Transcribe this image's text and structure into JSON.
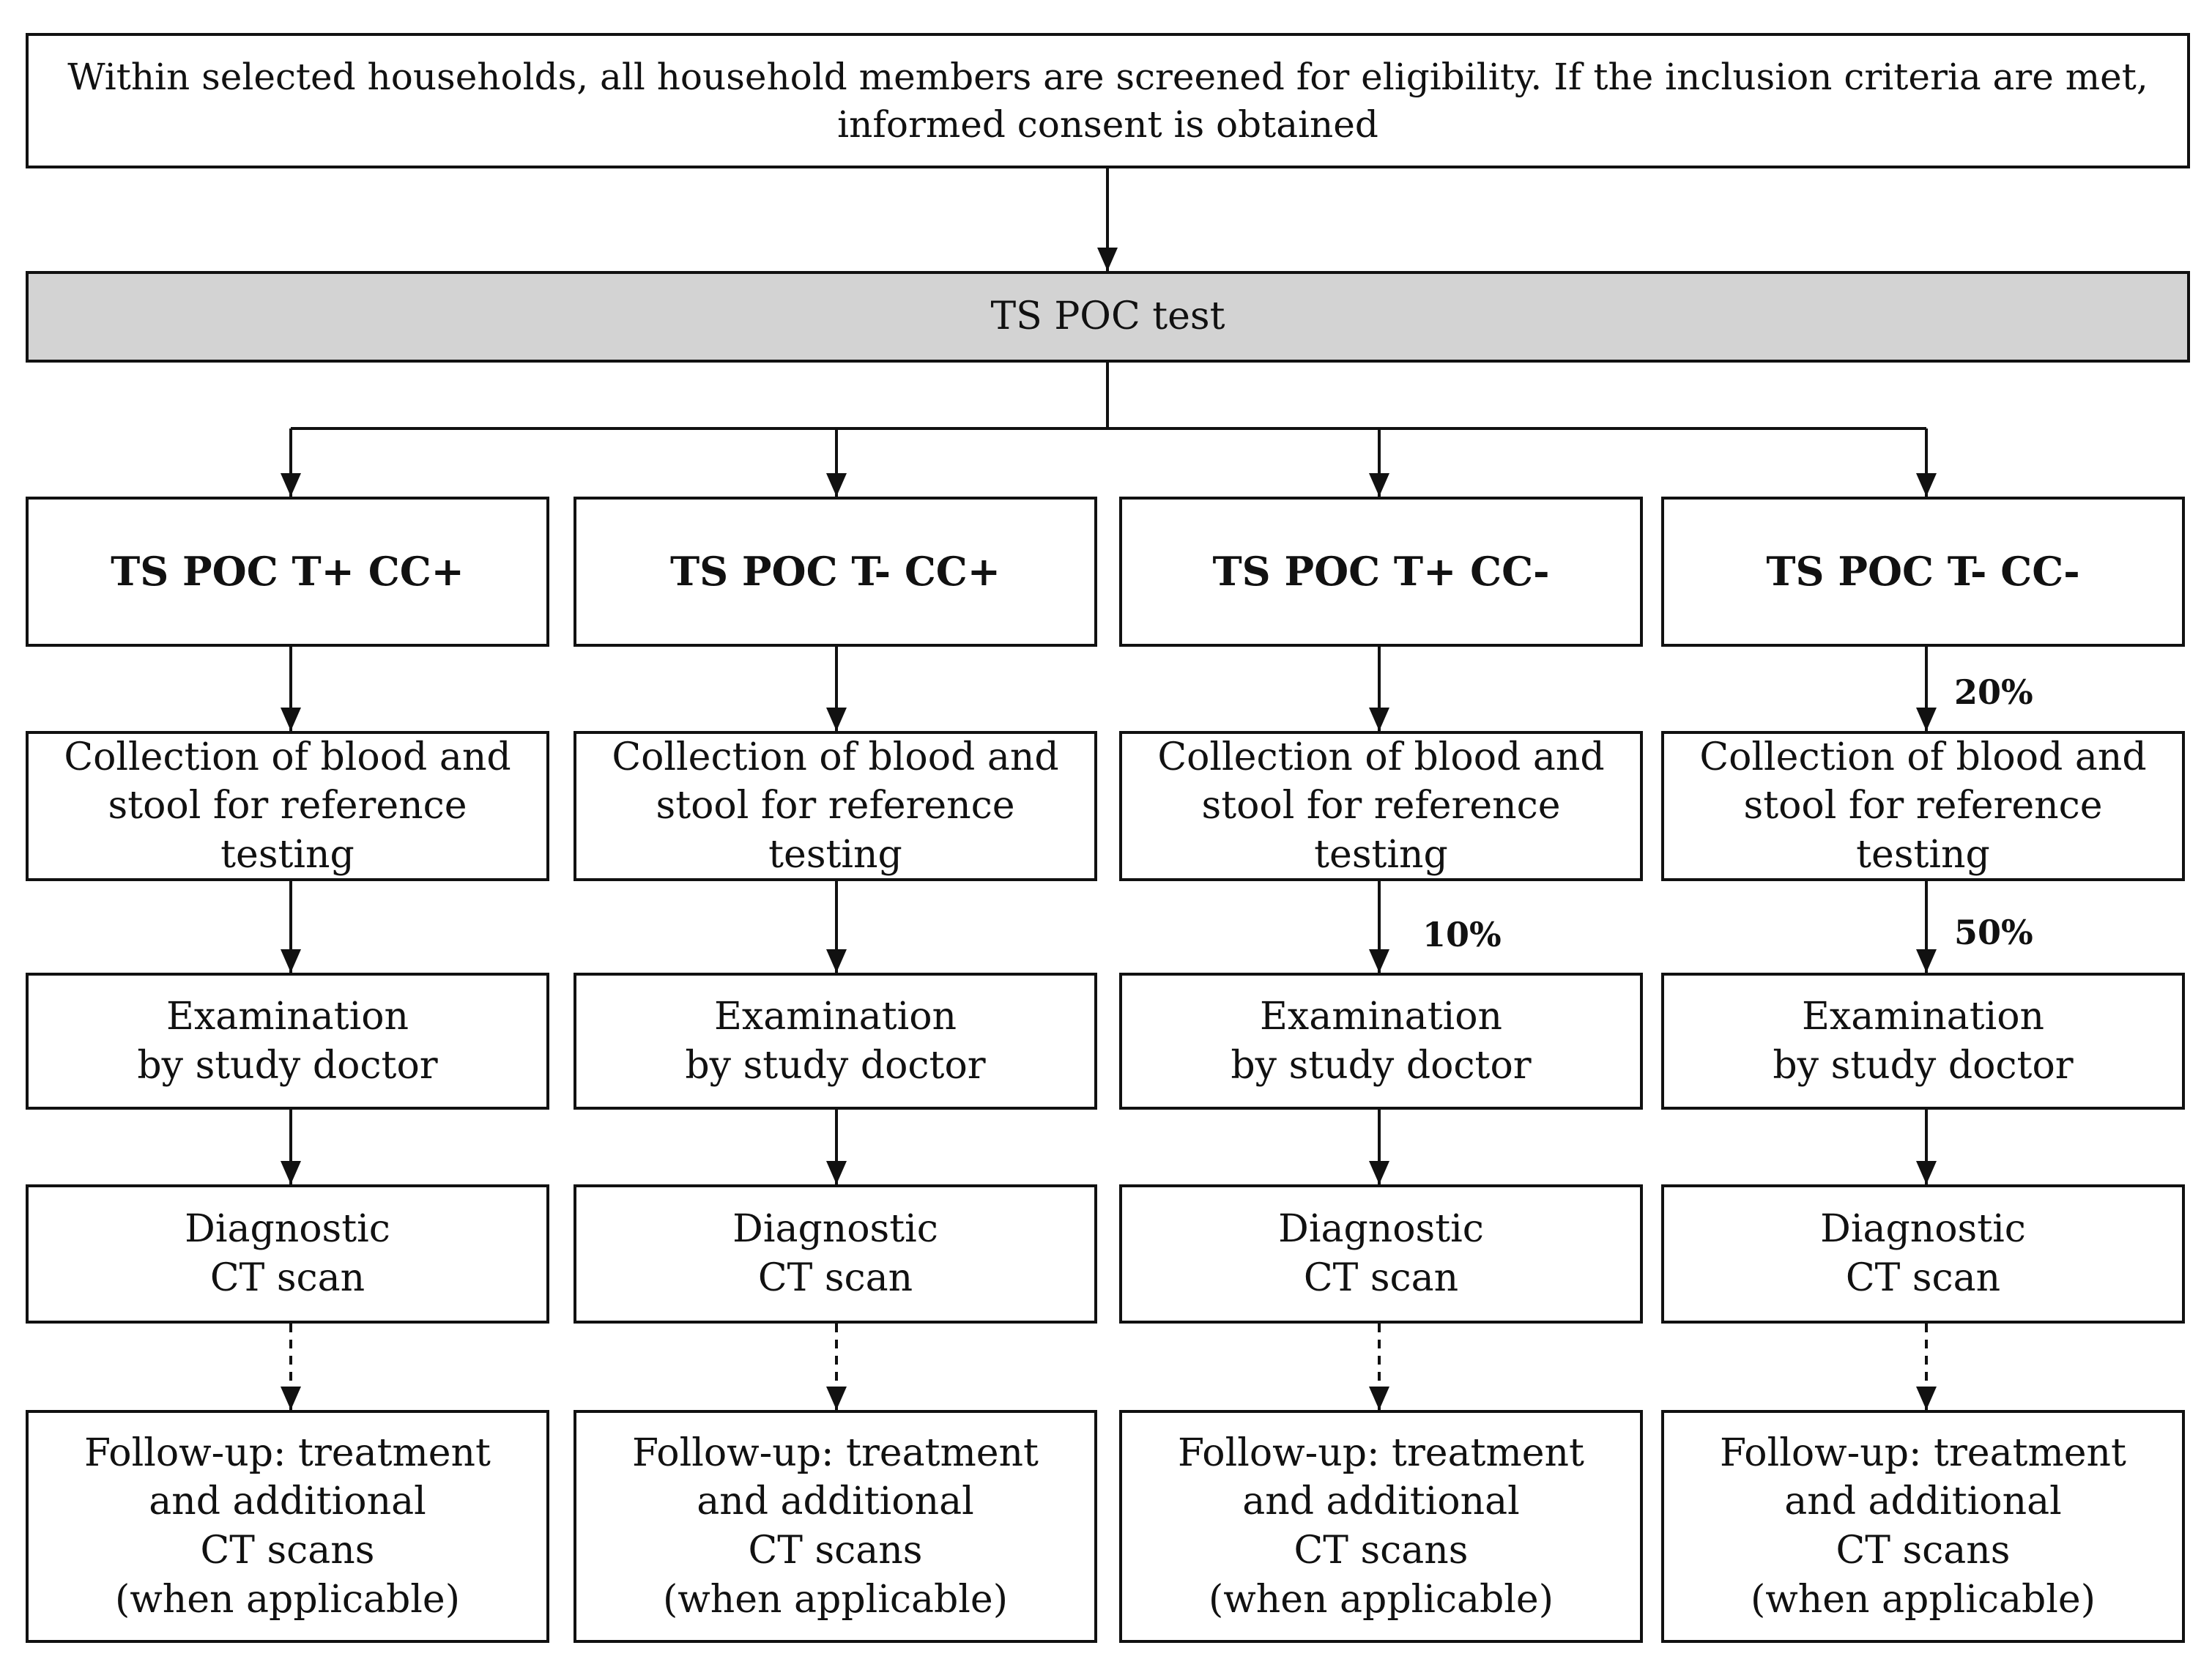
{
  "screening": {
    "line1": "Within selected households, all household members are screened for eligibility. If the inclusion criteria are met,",
    "line2": "informed consent is obtained"
  },
  "poc_test": {
    "label": "TS POC test",
    "fill_color": "#d3d3d3"
  },
  "groups": [
    {
      "name": "TS POC T+ CC+",
      "collection": [
        "Collection of  blood and",
        "stool  for reference testing"
      ],
      "examination": [
        "Examination",
        "by study doctor"
      ],
      "ct_scan": [
        "Diagnostic",
        "CT scan"
      ],
      "follow_up": [
        "Follow-up: treatment",
        "and additional",
        "CT scans",
        "(when applicable)"
      ],
      "pct_to_collection": "",
      "pct_to_examination": ""
    },
    {
      "name": "TS POC T- CC+",
      "collection": [
        "Collection of  blood and",
        "stool  for reference testing"
      ],
      "examination": [
        "Examination",
        "by study doctor"
      ],
      "ct_scan": [
        "Diagnostic",
        "CT scan"
      ],
      "follow_up": [
        "Follow-up: treatment",
        "and additional",
        "CT scans",
        "(when applicable)"
      ],
      "pct_to_collection": "",
      "pct_to_examination": ""
    },
    {
      "name": "TS POC T+ CC-",
      "collection": [
        "Collection of blood and",
        "stool  for reference testing"
      ],
      "examination": [
        "Examination",
        "by study doctor"
      ],
      "ct_scan": [
        "Diagnostic",
        "CT scan"
      ],
      "follow_up": [
        "Follow-up: treatment",
        "and additional",
        "CT scans",
        "(when applicable)"
      ],
      "pct_to_collection": "",
      "pct_to_examination": "10%"
    },
    {
      "name": "TS POC T- CC-",
      "collection": [
        "Collection of blood and",
        "stool  for reference testing"
      ],
      "examination": [
        "Examination",
        "by study doctor"
      ],
      "ct_scan": [
        "Diagnostic",
        "CT scan"
      ],
      "follow_up": [
        "Follow-up: treatment",
        "and additional",
        "CT scans",
        "(when applicable)"
      ],
      "pct_to_collection": "20%",
      "pct_to_examination": "50%"
    }
  ]
}
